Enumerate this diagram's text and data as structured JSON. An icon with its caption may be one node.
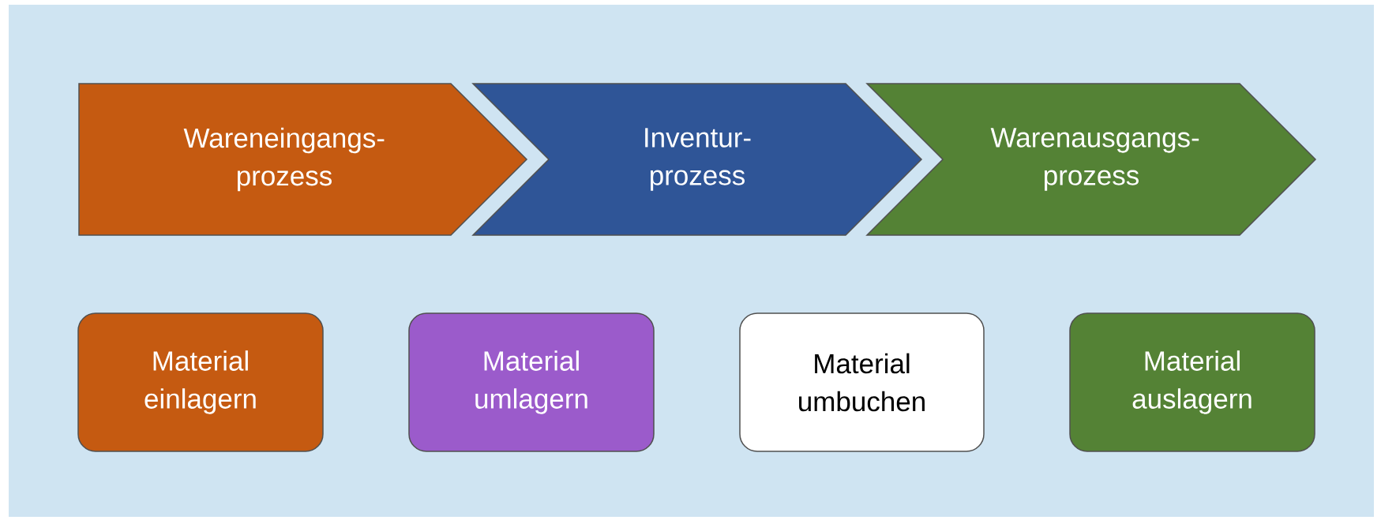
{
  "diagram": {
    "nodes": [
      {
        "text": [
          "Wareneingangs- prozess"
        ]
      },
      {
        "text": [
          "Inventur- prozess"
        ]
      },
      {
        "text": [
          "Warenausgangs- prozess"
        ]
      },
      {
        "text": [
          "Material einlagern"
        ]
      },
      {
        "text": [
          "Material umlagern"
        ]
      },
      {
        "text": [
          "Material umbuchen"
        ]
      },
      {
        "text": [
          "Material auslagern"
        ]
      }
    ]
  }
}
